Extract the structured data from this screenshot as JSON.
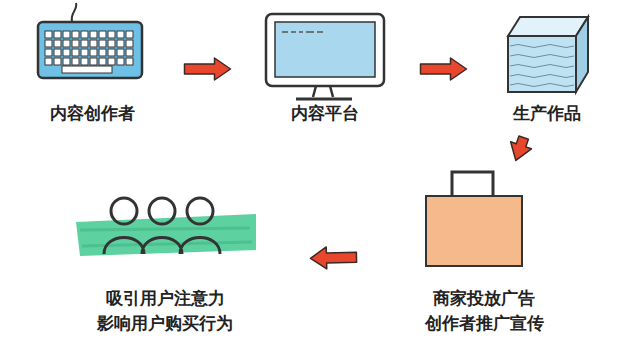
{
  "diagram": {
    "nodes": [
      {
        "text": [
          "内容创作者"
        ]
      },
      {
        "text": [
          "内容平台"
        ]
      },
      {
        "text": [
          "生产作品"
        ]
      },
      {
        "text": [
          "商家投放广告",
          "创作者推广宣传"
        ]
      },
      {
        "text": [
          "吸引用户注意力",
          "影响用户购买行为"
        ]
      }
    ],
    "edges": [
      {
        "from": 0,
        "to": 1,
        "arrow": "to"
      },
      {
        "from": 1,
        "to": 2,
        "arrow": "to"
      },
      {
        "from": 2,
        "to": 3,
        "arrow": "to"
      },
      {
        "from": 3,
        "to": 4,
        "arrow": "to"
      }
    ]
  }
}
